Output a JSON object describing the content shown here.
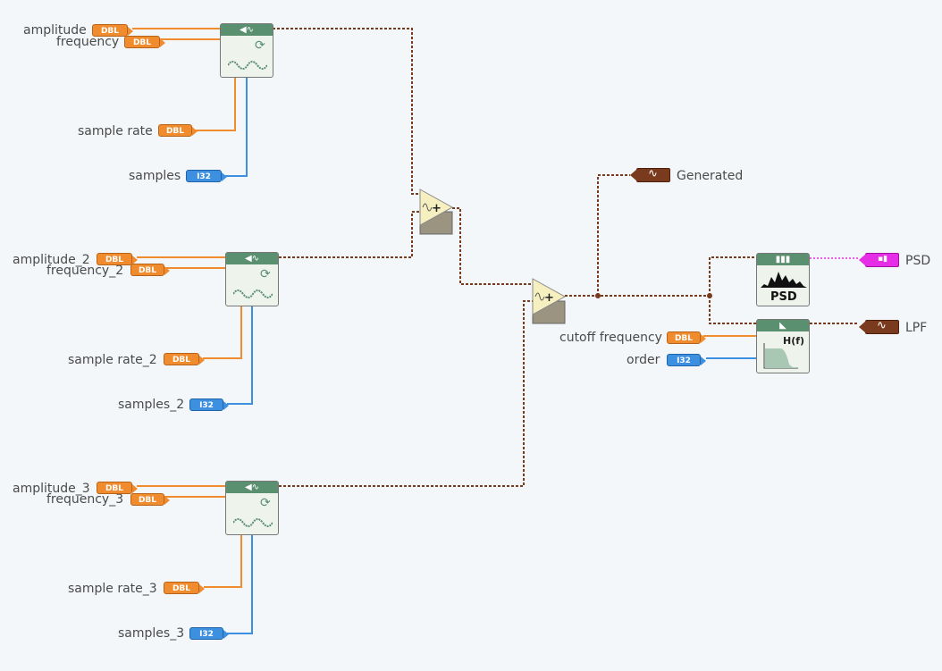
{
  "generators": [
    {
      "amplitude": "amplitude",
      "frequency": "frequency",
      "sample_rate": "sample rate",
      "samples": "samples"
    },
    {
      "amplitude": "amplitude_2",
      "frequency": "frequency_2",
      "sample_rate": "sample rate_2",
      "samples": "samples_2"
    },
    {
      "amplitude": "amplitude_3",
      "frequency": "frequency_3",
      "sample_rate": "sample rate_3",
      "samples": "samples_3"
    }
  ],
  "types": {
    "dbl": "DBL",
    "i32": "I32"
  },
  "filter": {
    "cutoff": "cutoff frequency",
    "order": "order",
    "hf": "H(f)"
  },
  "psd_label": "PSD",
  "outputs": {
    "generated": "Generated",
    "psd": "PSD",
    "lpf": "LPF"
  },
  "colors": {
    "dbl": "#f08c2e",
    "i32": "#3d8fe0",
    "waveform": "#7a3a1e",
    "spectrum": "#e62ee6"
  },
  "icons": [
    "sine-generator-icon",
    "add-icon",
    "psd-icon",
    "lowpass-filter-icon",
    "waveform-indicator-icon",
    "spectrum-indicator-icon"
  ]
}
